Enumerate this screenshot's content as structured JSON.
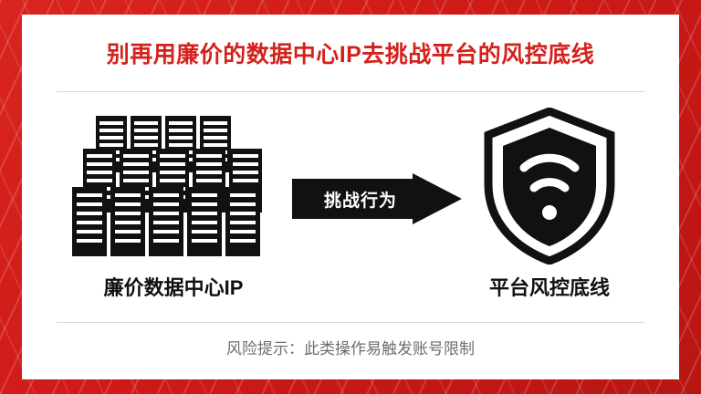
{
  "slide": {
    "title": "别再用廉价的数据中心IP去挑战平台的风控底线",
    "title_color": "#d4211c",
    "border_color": "#cf1a17",
    "card_background": "#ffffff"
  },
  "diagram": {
    "left_node": {
      "icon": "server-rack-icon",
      "caption": "廉价数据中心IP"
    },
    "arrow": {
      "icon": "right-arrow-icon",
      "label": "挑战行为",
      "color": "#111111",
      "label_color": "#ffffff"
    },
    "right_node": {
      "icon": "shield-wifi-icon",
      "caption": "平台风控底线"
    }
  },
  "footer": {
    "note": "风险提示：此类操作易触发账号限制",
    "color": "#6d6d6d"
  }
}
